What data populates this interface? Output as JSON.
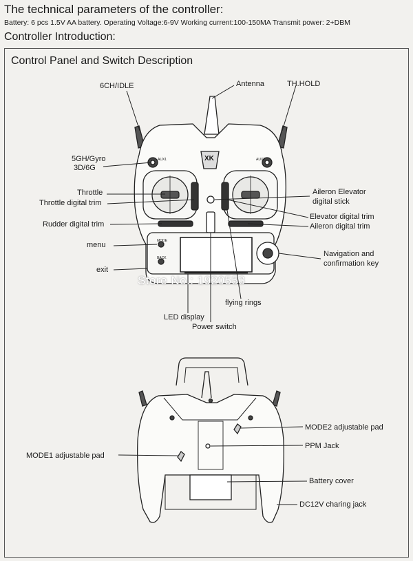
{
  "header": {
    "title": "The technical parameters of the controller:",
    "params": "Battery: 6 pcs 1.5V AA battery. Operating Voltage:6-9V  Working current:100-150MA  Transmit power: 2+DBM",
    "intro": "Controller Introduction:"
  },
  "panel": {
    "title": "Control Panel and Switch Description",
    "labels": {
      "ch6": "6CH/IDLE",
      "antenna": "Antenna",
      "thhold": "TH.HOLD",
      "gyro1": "5GH/Gyro",
      "gyro2": "3D/6G",
      "throttle": "Throttle",
      "throttle_trim": "Throttle digital trim",
      "rudder_trim": "Rudder digital trim",
      "menu": "menu",
      "exit": "exit",
      "led": "LED display",
      "power": "Power switch",
      "flying": "flying rings",
      "aileron_stick1": "Aileron Elevator",
      "aileron_stick2": "digital stick",
      "elevator_trim": "Elevator digital trim",
      "aileron_trim": "Aileron digital trim",
      "nav1": "Navigation and",
      "nav2": "confirmation key",
      "mode2": "MODE2 adjustable pad",
      "ppm": "PPM Jack",
      "mode1": "MODE1 adjustable pad",
      "battery": "Battery cover",
      "dc": "DC12V charing jack"
    },
    "device": {
      "btn_mode": "MODE",
      "btn_back": "BACK",
      "aux1": "AUX1",
      "aux2": "AUX2",
      "logo": "XK"
    }
  },
  "watermark": "Store No.: 1920553"
}
